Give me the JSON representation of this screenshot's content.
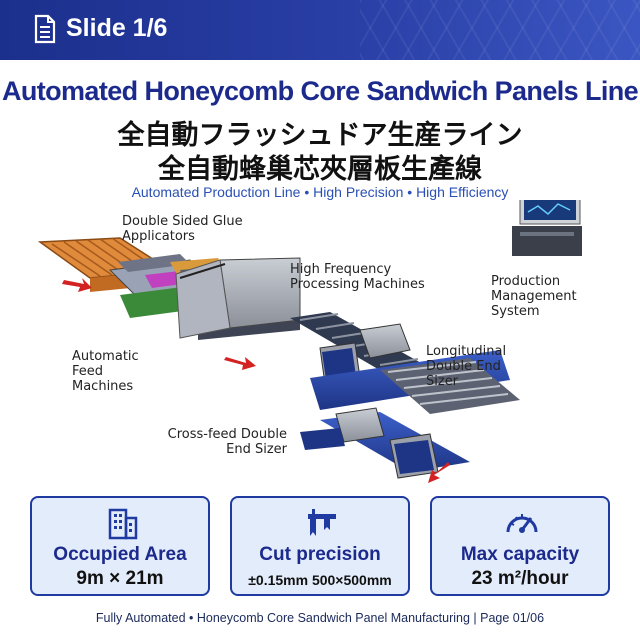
{
  "header": {
    "slide_label": "Slide 1/6",
    "icon": "document-icon",
    "color": "#1b2f8c"
  },
  "titles": {
    "en": "Automated Honeycomb Core Sandwich Panels Line",
    "jp": "全自動フラッシュドア生産ライン",
    "zh": "全自動蜂巢芯夾層板生產線",
    "subtitle": "Automated Production Line • High Precision • High Efficiency"
  },
  "diagram": {
    "labels": {
      "glue": "Double Sided Glue\nApplicators",
      "hf": "High Frequency\nProcessing Machines",
      "pms": "Production\nManagement\nSystem",
      "feed": "Automatic\nFeed\nMachines",
      "long": "Longitudinal\nDouble End\nSizer",
      "cross": "Cross-feed Double\nEnd Sizer"
    },
    "accent": "#d32222"
  },
  "cards": [
    {
      "icon": "building-icon",
      "title": "Occupied Area",
      "value": "9m × 21m"
    },
    {
      "icon": "caliper-icon",
      "title": "Cut precision",
      "value": "±0.15mm 500×500mm"
    },
    {
      "icon": "speedometer-icon",
      "title": "Max capacity",
      "value": "23 m²/hour"
    }
  ],
  "footer": {
    "text": "Fully Automated  •  Honeycomb Core Sandwich Panel Manufacturing  |  Page 01/06"
  }
}
